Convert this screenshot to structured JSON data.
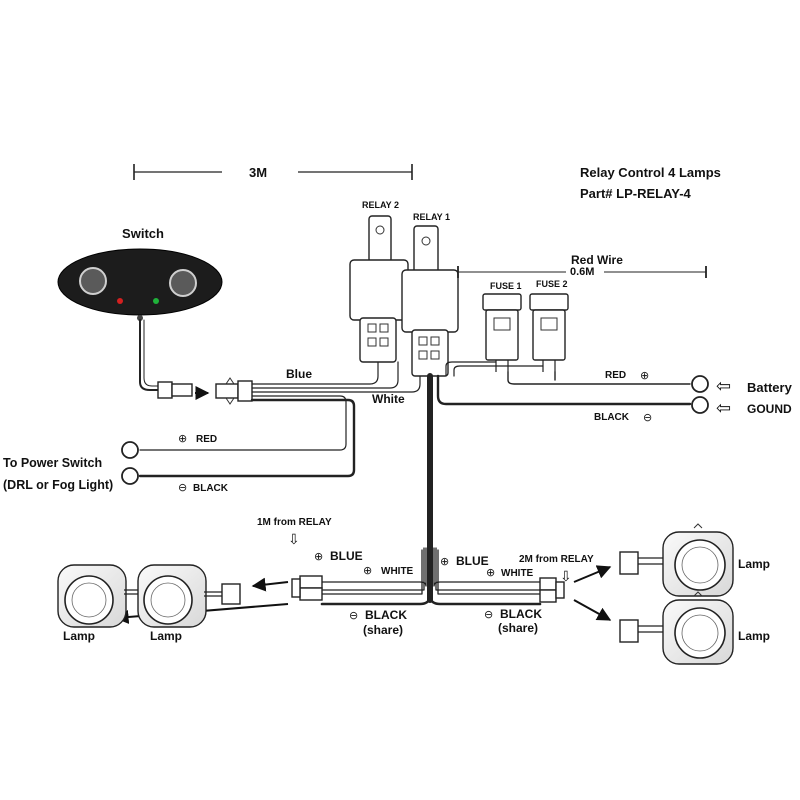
{
  "header": {
    "title": "Relay Control 4 Lamps",
    "part_number": "Part# LP-RELAY-4",
    "length_top": "3M"
  },
  "switch": {
    "label": "Switch",
    "led_red": "#d42020",
    "led_green": "#1fb23a"
  },
  "relays": {
    "relay2": "RELAY 2",
    "relay1": "RELAY 1"
  },
  "red_wire": {
    "label": "Red Wire",
    "length": "0.6M"
  },
  "fuses": {
    "fuse1": "FUSE 1",
    "fuse2": "FUSE 2"
  },
  "wires": {
    "blue": "Blue",
    "blue_color": "#1a1acc",
    "white": "White",
    "red_top": "RED",
    "black_top": "BLACK",
    "red_power": "RED",
    "black_power": "BLACK"
  },
  "terminals": {
    "battery": "Battery",
    "ground": "GOUND"
  },
  "power_switch": {
    "line1": "To Power Switch",
    "line2": "(DRL or Fog Light)"
  },
  "left_branch": {
    "distance": "1M from RELAY",
    "blue": "BLUE",
    "white": "WHITE",
    "black": "BLACK",
    "share": "(share)"
  },
  "right_branch": {
    "distance": "2M from RELAY",
    "blue": "BLUE",
    "white": "WHITE",
    "black": "BLACK",
    "share": "(share)"
  },
  "lamps": {
    "left_1": "Lamp",
    "left_2": "Lamp",
    "right_1": "Lamp",
    "right_2": "Lamp"
  },
  "symbols": {
    "plus": "⊕",
    "minus": "⊖",
    "down_arrow": "⇩",
    "left_arrow": "⇦"
  }
}
